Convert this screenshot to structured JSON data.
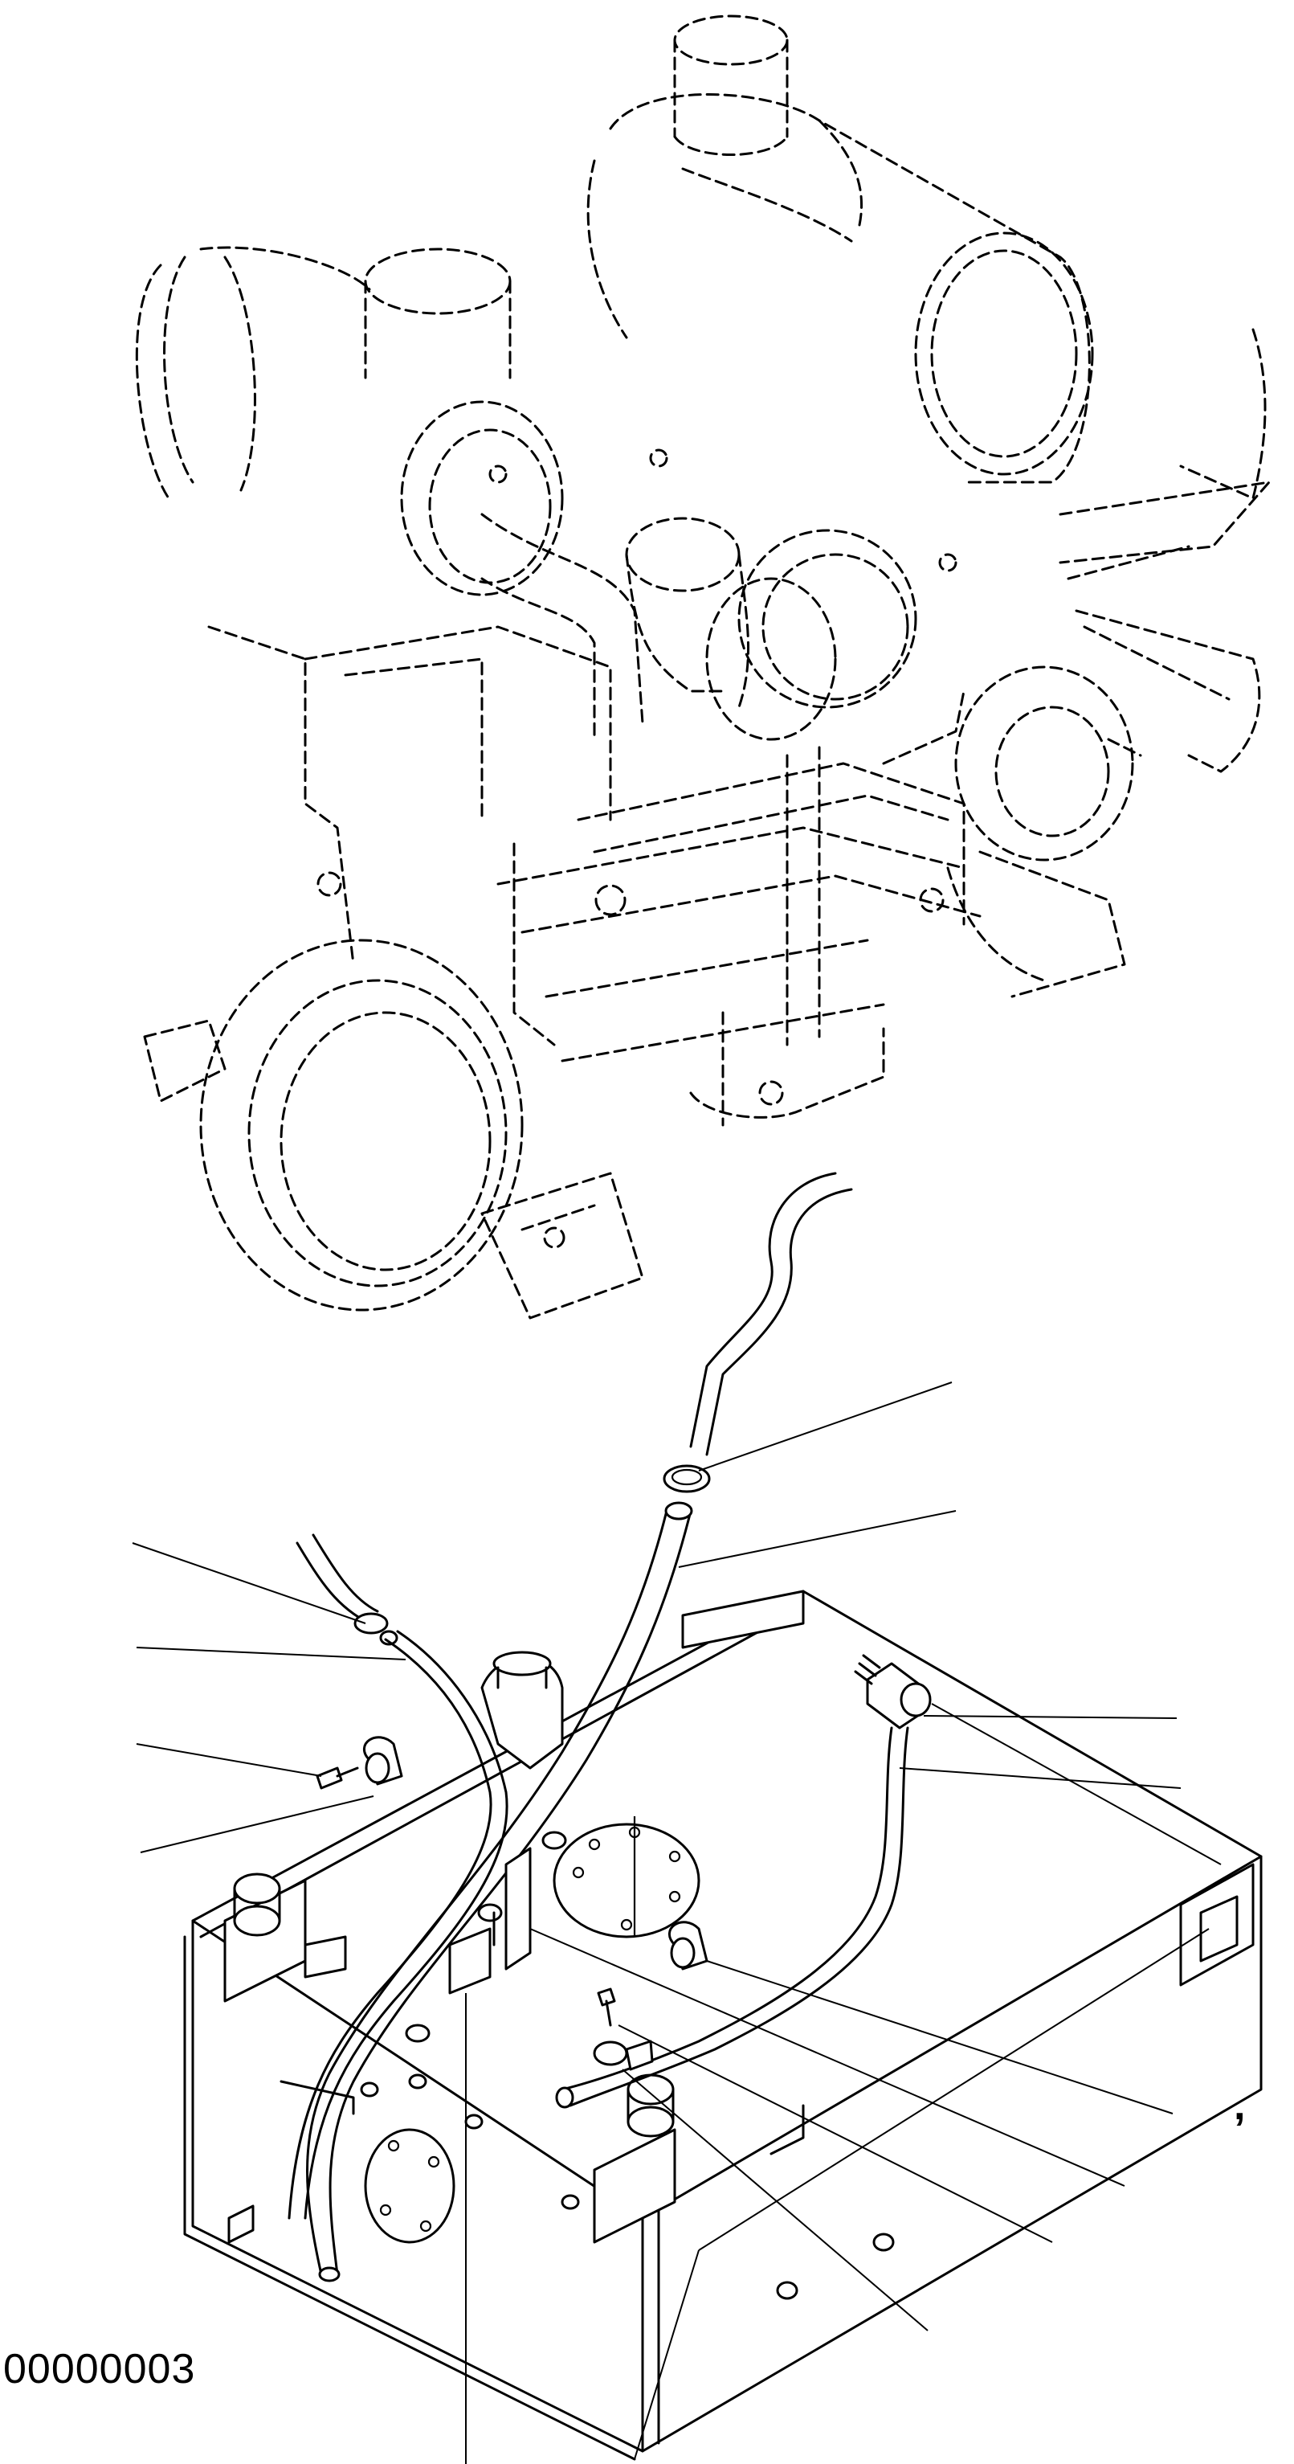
{
  "figure": {
    "id_label": "00000003",
    "stray_mark": ","
  },
  "callouts": [
    {
      "ref": "hose-clamp-upper"
    },
    {
      "ref": "breather-hose-upper"
    },
    {
      "ref": "hose-clamp-left"
    },
    {
      "ref": "hose-left"
    },
    {
      "ref": "bolt-left"
    },
    {
      "ref": "clip-left"
    },
    {
      "ref": "elbow-fitting-right"
    },
    {
      "ref": "hose-right"
    },
    {
      "ref": "clip-center"
    },
    {
      "ref": "bolt-center"
    },
    {
      "ref": "clamp-lower"
    },
    {
      "ref": "hose-bottom"
    },
    {
      "ref": "tank-mount"
    }
  ]
}
